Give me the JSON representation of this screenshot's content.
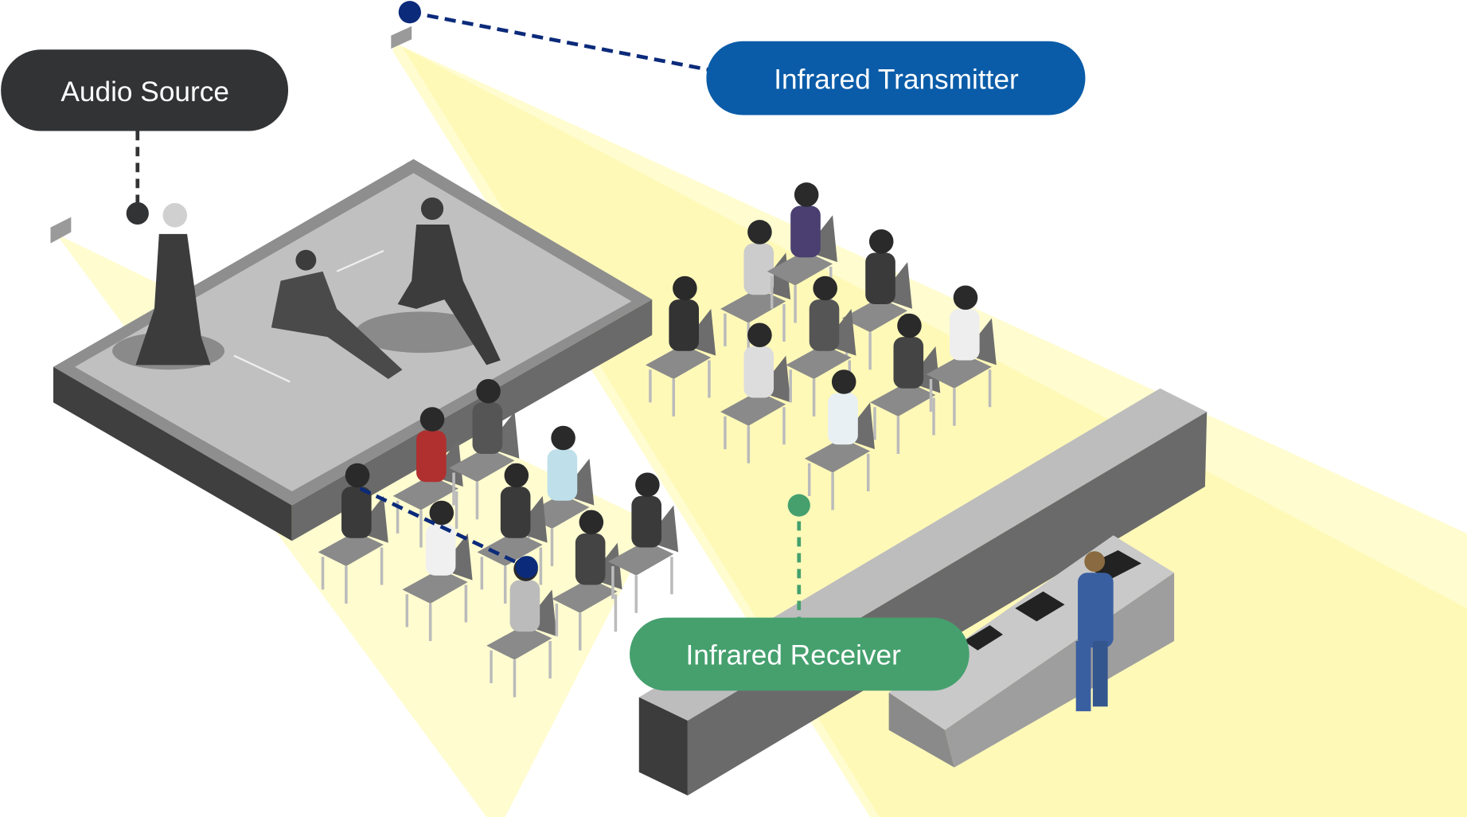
{
  "labels": {
    "audio_source": "Audio Source",
    "ir_transmitter": "Infrared Transmitter",
    "ir_receiver": "Infrared Receiver"
  },
  "colors": {
    "audio_source": "#323335",
    "ir_transmitter": "#0a5ca8",
    "ir_receiver": "#45a06e",
    "beam": "#fffbc0",
    "dark_link": "#0b2a7a"
  }
}
